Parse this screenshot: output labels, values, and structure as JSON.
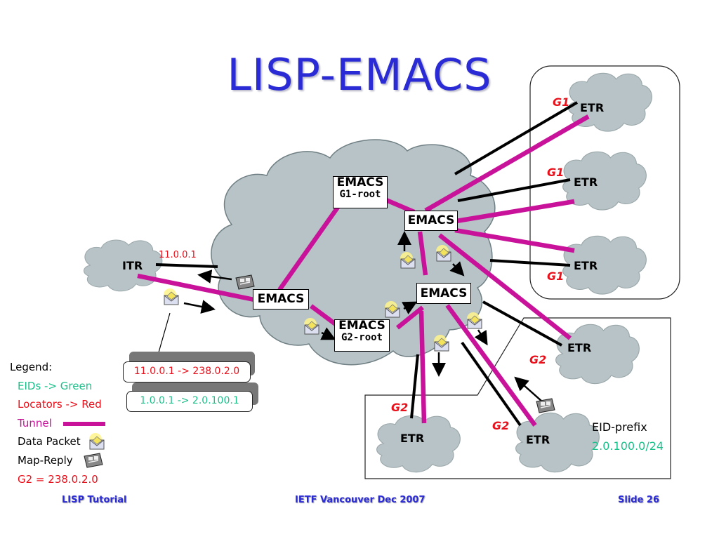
{
  "slide": {
    "title": "LISP-EMACS",
    "colors": {
      "title": "#2b2bd6",
      "tunnel": "#c8129a",
      "eid_green": "#1bbf8a",
      "locator_red": "#e8101a",
      "cloud": "#b7c3c6"
    }
  },
  "nodes": {
    "itr": {
      "label": "ITR",
      "locator": "11.0.0.1"
    },
    "emacs_g1_root": {
      "label": "EMACS",
      "sublabel": "G1-root"
    },
    "emacs_g2_root": {
      "label": "EMACS",
      "sublabel": "G2-root"
    },
    "emacs_left": {
      "label": "EMACS"
    },
    "emacs_upper_right": {
      "label": "EMACS"
    },
    "emacs_center": {
      "label": "EMACS"
    },
    "etrs": [
      {
        "label": "ETR",
        "group": "G1"
      },
      {
        "label": "ETR",
        "group": "G1"
      },
      {
        "label": "ETR",
        "group": "G1"
      },
      {
        "label": "ETR",
        "group": "G2"
      },
      {
        "label": "ETR",
        "group": "G2"
      },
      {
        "label": "ETR",
        "group": "G2"
      }
    ]
  },
  "eid_prefix": {
    "label": "EID-prefix",
    "value": "2.0.100.0/24"
  },
  "packet_headers": {
    "outer": "11.0.0.1 -> 238.0.2.0",
    "inner": "1.0.0.1 -> 2.0.100.1"
  },
  "legend": {
    "title": "Legend:",
    "items": [
      {
        "text": "EIDs -> Green",
        "color": "#1bbf8a"
      },
      {
        "text": "Locators -> Red",
        "color": "#e8101a"
      },
      {
        "text": "Tunnel",
        "color": "#c8129a",
        "icon": "tunnel-line"
      },
      {
        "text": "Data Packet",
        "color": "#000000",
        "icon": "envelope-icon"
      },
      {
        "text": "Map-Reply",
        "color": "#000000",
        "icon": "newspaper-icon"
      },
      {
        "text": "G2 = 238.0.2.0",
        "color": "#e8101a"
      }
    ]
  },
  "footer": {
    "left": "LISP Tutorial",
    "center": "IETF Vancouver Dec 2007",
    "right": "Slide 26"
  }
}
